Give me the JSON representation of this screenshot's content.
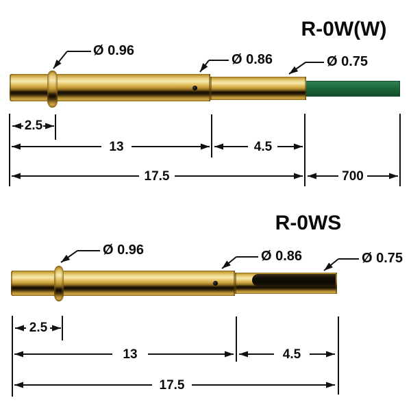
{
  "drawing": {
    "figures": [
      {
        "title": "R-0W(W)",
        "diameter_labels": [
          "Ø 0.96",
          "Ø 0.86",
          "Ø 0.75"
        ],
        "dimensions": {
          "flange_offset": "2.5",
          "barrel": "13",
          "tip": "4.5",
          "total": "17.5",
          "wire": "700"
        }
      },
      {
        "title": "R-0WS",
        "diameter_labels": [
          "Ø 0.96",
          "Ø 0.86",
          "Ø 0.75"
        ],
        "dimensions": {
          "flange_offset": "2.5",
          "barrel": "13",
          "tip": "4.5",
          "total": "17.5"
        }
      }
    ],
    "colors": {
      "gold_main": "#d2ab4a",
      "gold_highlight": "#f6eaae",
      "gold_shadow": "#120c04",
      "wire_green": "#1e6b3f",
      "line_black": "#111111",
      "background": "#ffffff"
    }
  }
}
